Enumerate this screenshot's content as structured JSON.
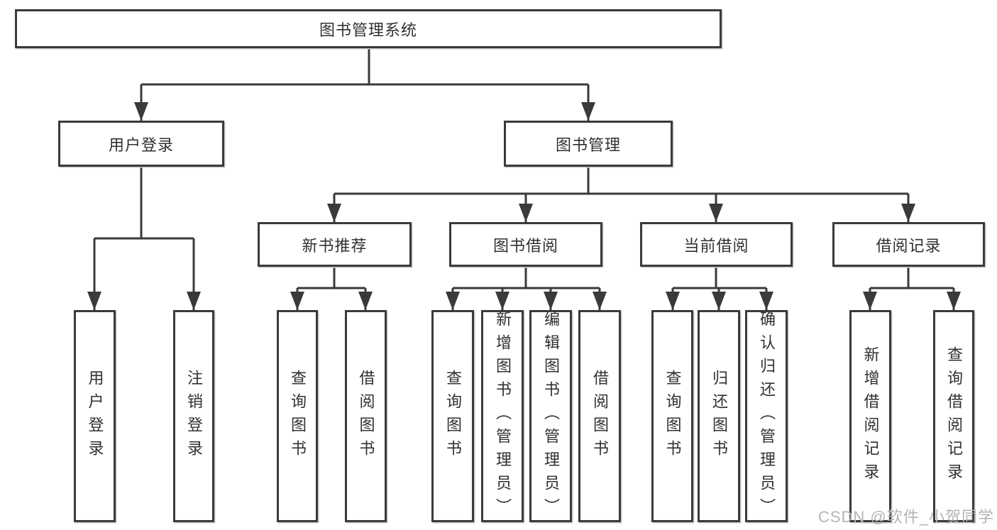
{
  "tree": {
    "root": {
      "label": "图书管理系统"
    },
    "branches": [
      {
        "label": "用户登录",
        "leaves": [
          {
            "label": "用户登录"
          },
          {
            "label": "注销登录"
          }
        ]
      },
      {
        "label": "图书管理",
        "subbranches": [
          {
            "label": "新书推荐",
            "leaves": [
              {
                "label": "查询图书"
              },
              {
                "label": "借阅图书"
              }
            ]
          },
          {
            "label": "图书借阅",
            "leaves": [
              {
                "label": "查询图书"
              },
              {
                "label": "新增图书（管理员）"
              },
              {
                "label": "编辑图书（管理员）"
              },
              {
                "label": "借阅图书"
              }
            ]
          },
          {
            "label": "当前借阅",
            "leaves": [
              {
                "label": "查询图书"
              },
              {
                "label": "归还图书"
              },
              {
                "label": "确认归还（管理员）"
              }
            ]
          },
          {
            "label": "借阅记录",
            "leaves": [
              {
                "label": "新增借阅记录"
              },
              {
                "label": "查询借阅记录"
              }
            ]
          }
        ]
      }
    ]
  },
  "watermark": {
    "text": "CSDN @软件_小贺同学"
  },
  "colors": {
    "line": "#3a3a3a",
    "text": "#303030",
    "watermark": "#b4b4b4"
  }
}
